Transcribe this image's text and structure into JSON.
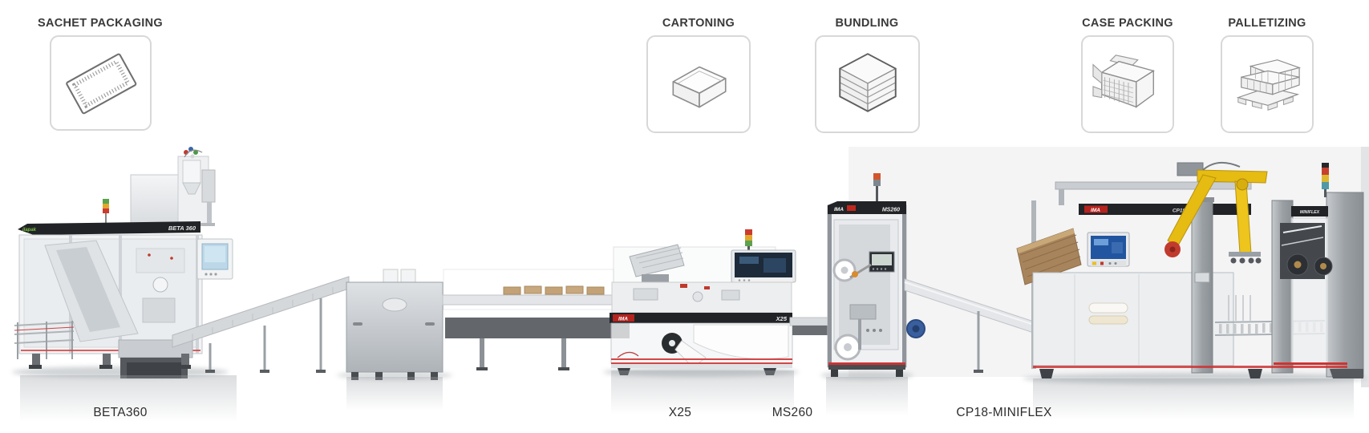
{
  "stages": [
    {
      "label": "SACHET PACKAGING",
      "icon": "sachet-icon"
    },
    {
      "label": "CARTONING",
      "icon": "carton-icon"
    },
    {
      "label": "BUNDLING",
      "icon": "bundle-icon"
    },
    {
      "label": "CASE PACKING",
      "icon": "case-icon"
    },
    {
      "label": "PALLETIZING",
      "icon": "pallet-icon"
    }
  ],
  "machines": {
    "beta360": {
      "caption": "BETA360",
      "banner": "BETA 360",
      "brand": "ilapak"
    },
    "x25": {
      "caption": "X25",
      "banner": "X25",
      "brand": "IMA"
    },
    "ms260": {
      "caption": "MS260",
      "banner": "MS260",
      "brand": "IMA"
    },
    "cp18": {
      "caption": "CP18-MINIFLEX",
      "banner": "CP18",
      "brand": "IMA"
    },
    "miniflex": {
      "banner": "MINIFLEX"
    }
  },
  "colors": {
    "background": "#ffffff",
    "stage_box_border": "#d8d8d8",
    "label_text": "#3a3a3a",
    "banner_black": "#212326",
    "brand_red": "#b5231f",
    "brand_green": "#7dc242",
    "safety_red_line": "#d24646",
    "signal_red": "#cc3b2f",
    "signal_yellow": "#e2a72e",
    "signal_green": "#5ba24e",
    "signal_teal": "#4f9aa6",
    "robot_yellow": "#e6bb12",
    "cardboard_brown": "#a8845c",
    "steel_gray": "#cfd3d7"
  }
}
